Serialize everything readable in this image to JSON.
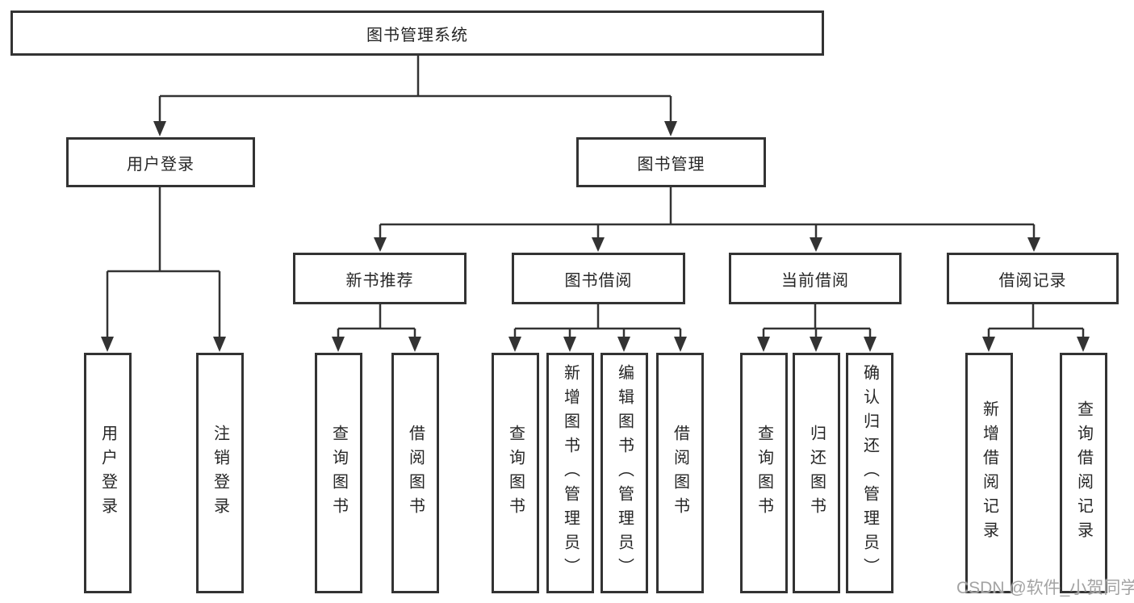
{
  "diagram": {
    "type": "tree",
    "title": "图书管理系统",
    "line_color": "#333333",
    "box_fill": "#ffffff",
    "text_color": "#262626",
    "watermark": "CSDN @软件_小贺同学",
    "watermark_color": "#9e9e9e",
    "nodes": {
      "root": "图书管理系统",
      "userLogin": "用户登录",
      "bookMgmt": "图书管理",
      "newBookRec": "新书推荐",
      "bookBorrow": "图书借阅",
      "currentBorrow": "当前借阅",
      "borrowRecords": "借阅记录",
      "leafUserLogin": "用户登录",
      "leafLogout": "注销登录",
      "leafQueryBook1": "查询图书",
      "leafBorrowBook1": "借阅图书",
      "leafQueryBook2": "查询图书",
      "leafAddBook": "新增图书（管理员）",
      "leafEditBook": "编辑图书（管理员）",
      "leafBorrowBook2": "借阅图书",
      "leafQueryBook3": "查询图书",
      "leafReturnBook": "归还图书",
      "leafConfirmReturn": "确认归还（管理员）",
      "leafAddRecord": "新增借阅记录",
      "leafQueryRecord": "查询借阅记录"
    },
    "hierarchy": {
      "图书管理系统": {
        "用户登录": [
          "用户登录",
          "注销登录"
        ],
        "图书管理": {
          "新书推荐": [
            "查询图书",
            "借阅图书"
          ],
          "图书借阅": [
            "查询图书",
            "新增图书（管理员）",
            "编辑图书（管理员）",
            "借阅图书"
          ],
          "当前借阅": [
            "查询图书",
            "归还图书",
            "确认归还（管理员）"
          ],
          "借阅记录": [
            "新增借阅记录",
            "查询借阅记录"
          ]
        }
      }
    }
  }
}
